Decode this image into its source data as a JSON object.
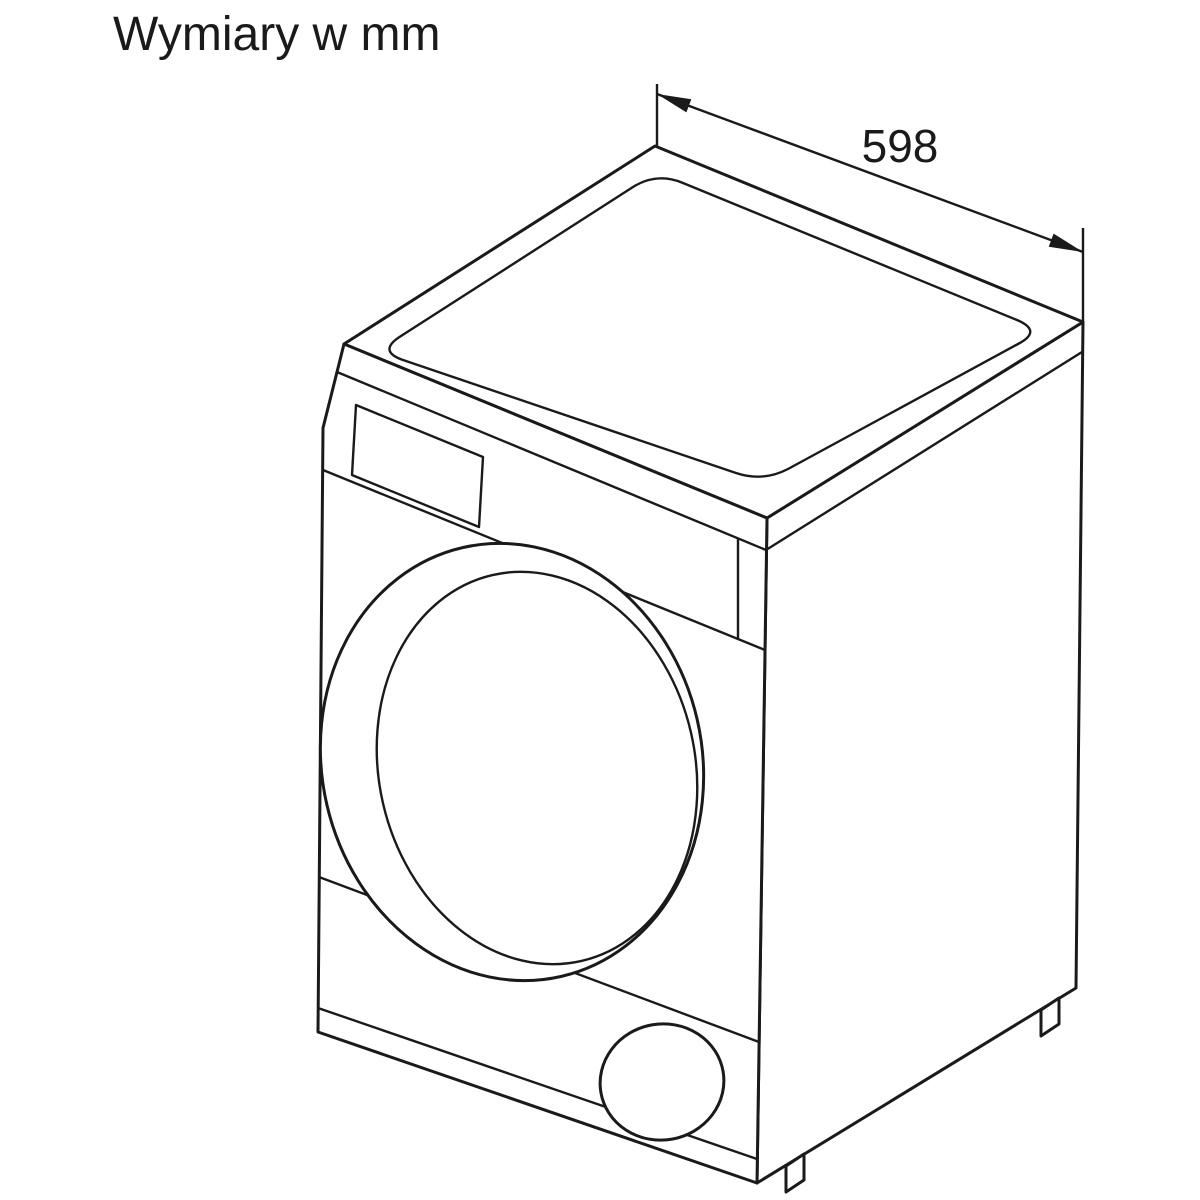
{
  "page": {
    "title": "Wymiary w mm"
  },
  "dimension": {
    "value": "598"
  },
  "colors": {
    "line": "#1a1a1a",
    "background": "#ffffff"
  },
  "diagram": {
    "subject": "tumble-dryer-isometric-line-drawing"
  }
}
